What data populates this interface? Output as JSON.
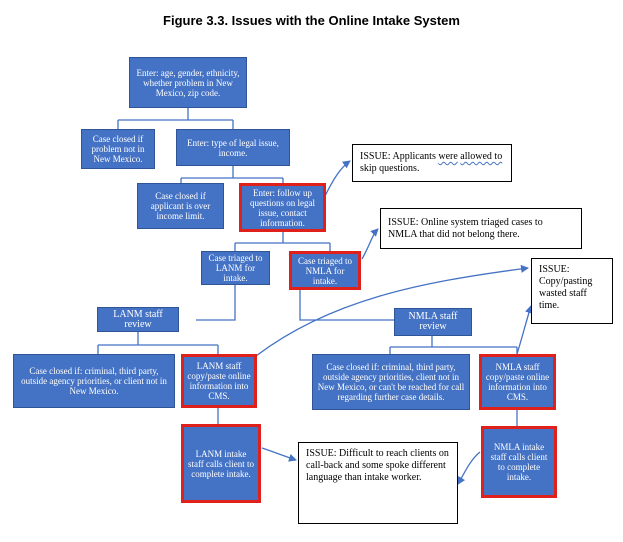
{
  "title": "Figure 3.3. Issues with the Online Intake System",
  "boxes": {
    "enter_demographics": "Enter: age, gender, ethnicity, whether problem in New Mexico, zip code.",
    "closed_not_nm": "Case closed if problem not in New Mexico.",
    "enter_legal_issue": "Enter: type of legal issue, income.",
    "closed_income": "Case closed if applicant is over income limit.",
    "enter_followup": "Enter: follow up questions on legal issue, contact information.",
    "triaged_lanm": "Case triaged to LANM for intake.",
    "triaged_nmla": "Case triaged to NMLA for intake.",
    "lanm_review": "LANM staff review",
    "nmla_review": "NMLA staff review",
    "lanm_closed": "Case closed if: criminal, third party, outside agency priorities, or client not in New Mexico.",
    "lanm_copy": "LANM staff copy/paste online information into CMS.",
    "nmla_closed": "Case closed if: criminal, third party, outside agency priorities, client not in New Mexico, or can't be reached for call regarding further case details.",
    "nmla_copy": "NMLA staff copy/paste online information into CMS.",
    "lanm_calls": "LANM intake staff calls client to complete intake.",
    "nmla_calls": "NMLA intake staff calls client to complete intake."
  },
  "issues": {
    "skip_prefix": "ISSUE: Applicants ",
    "skip_were": "were",
    "skip_mid": " ",
    "skip_allowed": "allowed to",
    "skip_suffix": " skip questions.",
    "triage": "ISSUE: Online system triaged cases to NMLA that did not belong there.",
    "copy_paste": "ISSUE: Copy/pasting wasted staff time.",
    "callback": "ISSUE: Difficult to reach clients on call-back and some spoke different language than intake worker."
  },
  "colors": {
    "box_fill": "#4472c4",
    "highlight_border": "#e0201a",
    "arrow": "#4472c4"
  }
}
